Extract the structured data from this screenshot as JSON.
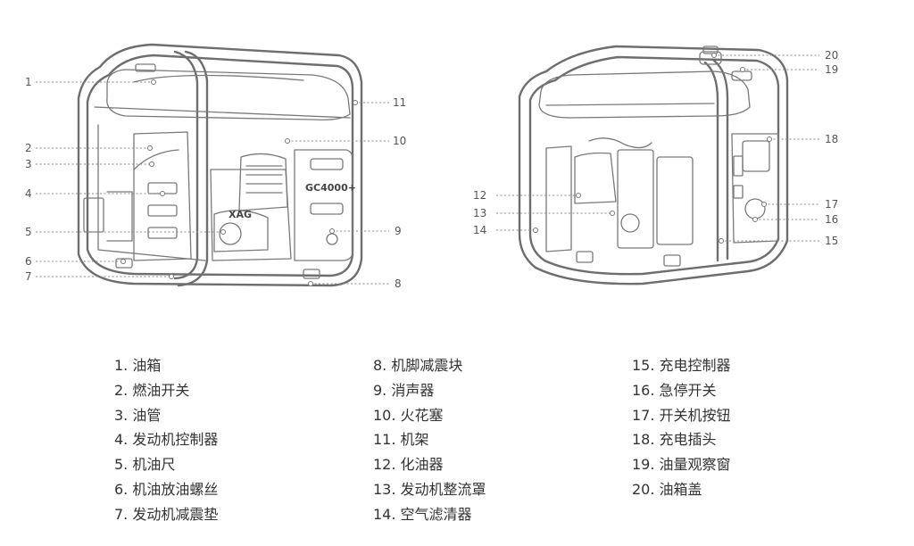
{
  "diagram": {
    "model_label": "GC4000+",
    "brand_label": "XAG",
    "callout_numbers": [
      "1",
      "2",
      "3",
      "4",
      "5",
      "6",
      "7",
      "8",
      "9",
      "10",
      "11",
      "12",
      "13",
      "14",
      "15",
      "16",
      "17",
      "18",
      "19",
      "20"
    ]
  },
  "legend": {
    "columns": [
      [
        {
          "num": "1.",
          "label": "油箱"
        },
        {
          "num": "2.",
          "label": "燃油开关"
        },
        {
          "num": "3.",
          "label": "油管"
        },
        {
          "num": "4.",
          "label": "发动机控制器"
        },
        {
          "num": "5.",
          "label": "机油尺"
        },
        {
          "num": "6.",
          "label": "机油放油螺丝"
        },
        {
          "num": "7.",
          "label": "发动机减震垫"
        }
      ],
      [
        {
          "num": "8.",
          "label": "机脚减震块"
        },
        {
          "num": "9.",
          "label": "消声器"
        },
        {
          "num": "10.",
          "label": "火花塞"
        },
        {
          "num": "11.",
          "label": "机架"
        },
        {
          "num": "12.",
          "label": "化油器"
        },
        {
          "num": "13.",
          "label": "发动机整流罩"
        },
        {
          "num": "14.",
          "label": "空气滤清器"
        }
      ],
      [
        {
          "num": "15.",
          "label": "充电控制器"
        },
        {
          "num": "16.",
          "label": "急停开关"
        },
        {
          "num": "17.",
          "label": "开关机按钮"
        },
        {
          "num": "18.",
          "label": "充电插头"
        },
        {
          "num": "19.",
          "label": "油量观察窗"
        },
        {
          "num": "20.",
          "label": "油箱盖"
        }
      ]
    ]
  }
}
